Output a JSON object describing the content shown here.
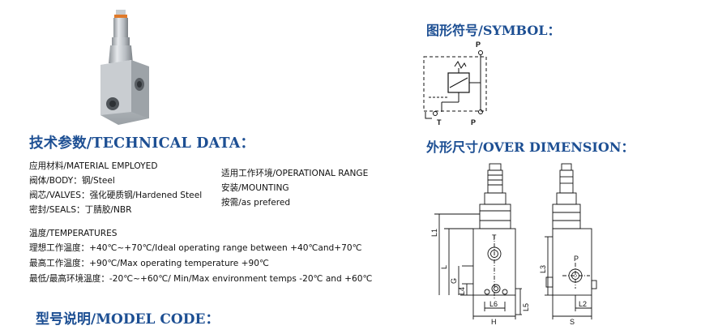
{
  "headings": {
    "technical": "技术参数/TECHNICAL DATA：",
    "model": "型号说明/MODEL CODE：",
    "symbol": "图形符号/SYMBOL：",
    "dimension": "外形尺寸/OVER DIMENSION："
  },
  "materials": [
    "应用材料/MATERIAL EMPLOYED",
    "阀体/BODY：钢/Steel",
    "阀芯/VALVES：强化硬质钢/Hardened Steel",
    "密封/SEALS：丁腈胶/NBR"
  ],
  "operational": [
    "适用工作环境/OPERATIONAL RANGE",
    "安装/MOUNTING",
    "按需/as prefered"
  ],
  "temperatures": [
    "温度/TEMPERATURES",
    "理想工作温度：+40℃~+70℃/Ideal operating range between +40℃and+70℃",
    "最高工作温度：+90℃/Max operating temperature +90℃",
    "最低/最高环境温度：-20℃~+60℃/ Min/Max environment temps -20℃ and +60℃"
  ],
  "symbol_labels": {
    "p_top": "P",
    "t": "T",
    "p_bottom": "P"
  },
  "dim_labels": {
    "L1": "L1",
    "L": "L",
    "T": "T",
    "G": "G",
    "L4": "L4",
    "L6": "L6",
    "H": "H",
    "L5": "L5",
    "L3": "L3",
    "P": "P",
    "L2": "L2",
    "S": "S"
  },
  "colors": {
    "heading": "#1d4f93",
    "text": "#111111"
  }
}
